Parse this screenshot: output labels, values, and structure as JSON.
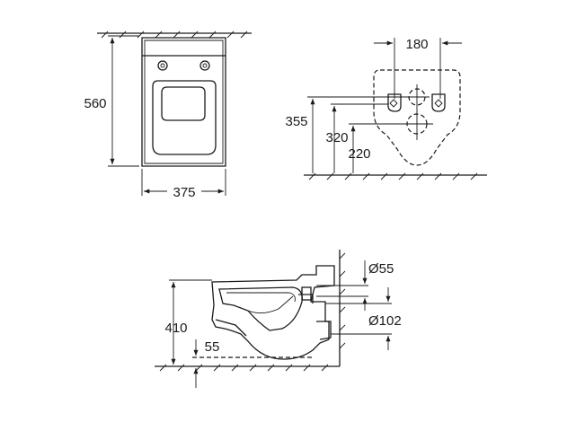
{
  "top_view": {
    "depth_label": "560",
    "width_label": "375"
  },
  "front_view": {
    "spacing_label": "180",
    "height_a_label": "355",
    "height_b_label": "320",
    "height_c_label": "220"
  },
  "side_view": {
    "rim_height_label": "410",
    "floor_gap_label": "55",
    "inlet_diameter_label": "Ø55",
    "outlet_diameter_label": "Ø102"
  }
}
